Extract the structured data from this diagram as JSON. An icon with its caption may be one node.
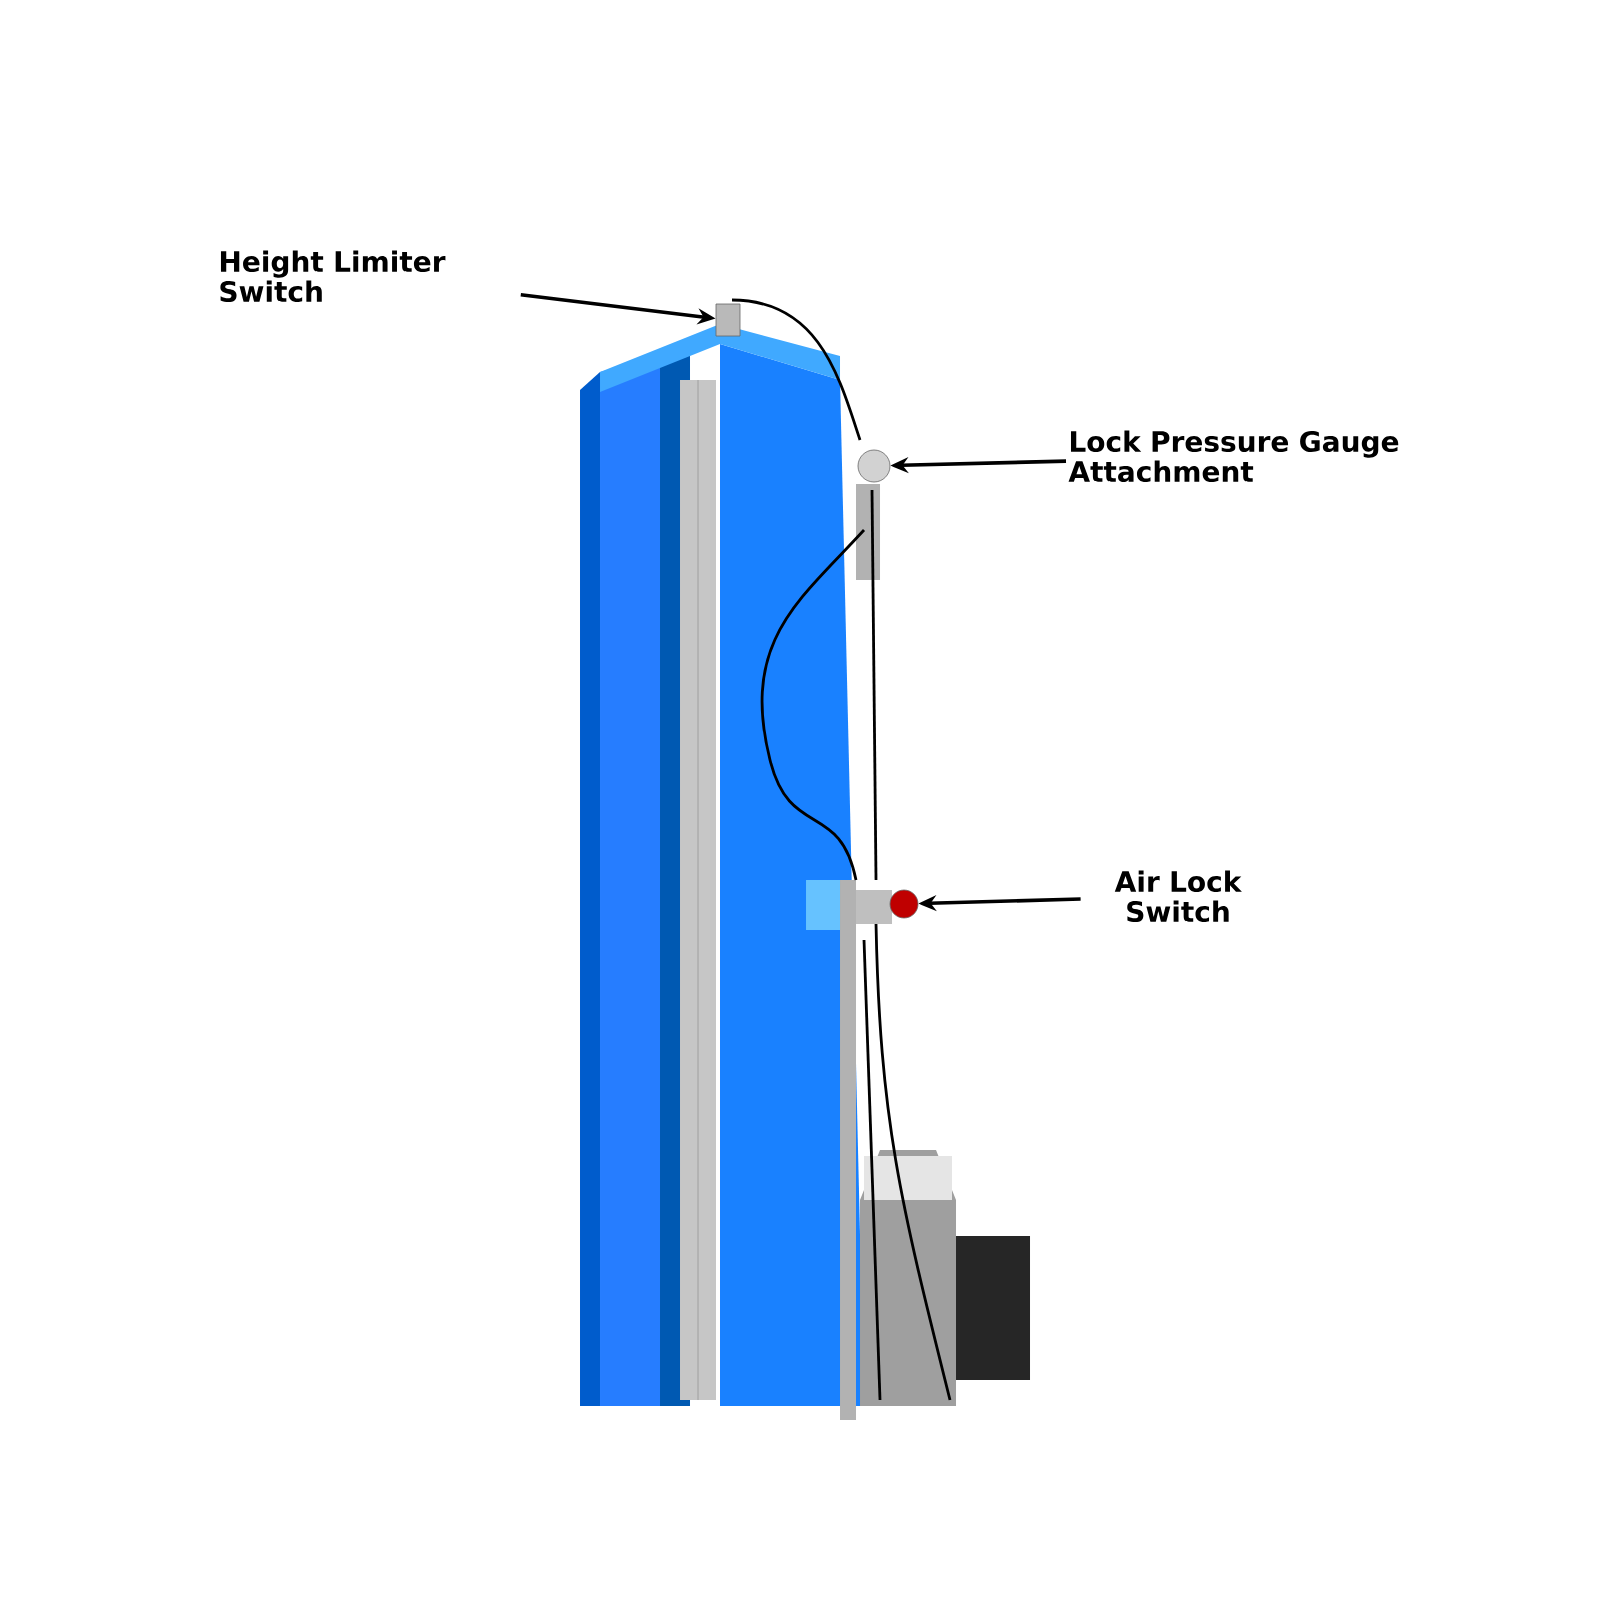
{
  "diagram": {
    "nodes": [
      {
        "text": [
          "Height Limiter Switch"
        ]
      },
      {
        "text": [
          "Lock Pressure Gauge Attachment"
        ]
      },
      {
        "text": [
          "Air Lock Switch"
        ]
      },
      {
        "text": [],
        "shape": "box"
      },
      {
        "text": [],
        "shape": "circle"
      },
      {
        "text": [],
        "shape": "circle"
      }
    ],
    "edges": [
      {
        "from": 0,
        "to": 3,
        "arrow": "to"
      },
      {
        "from": 1,
        "to": 4,
        "arrow": "to"
      },
      {
        "from": 2,
        "to": 5,
        "arrow": "to"
      }
    ]
  }
}
